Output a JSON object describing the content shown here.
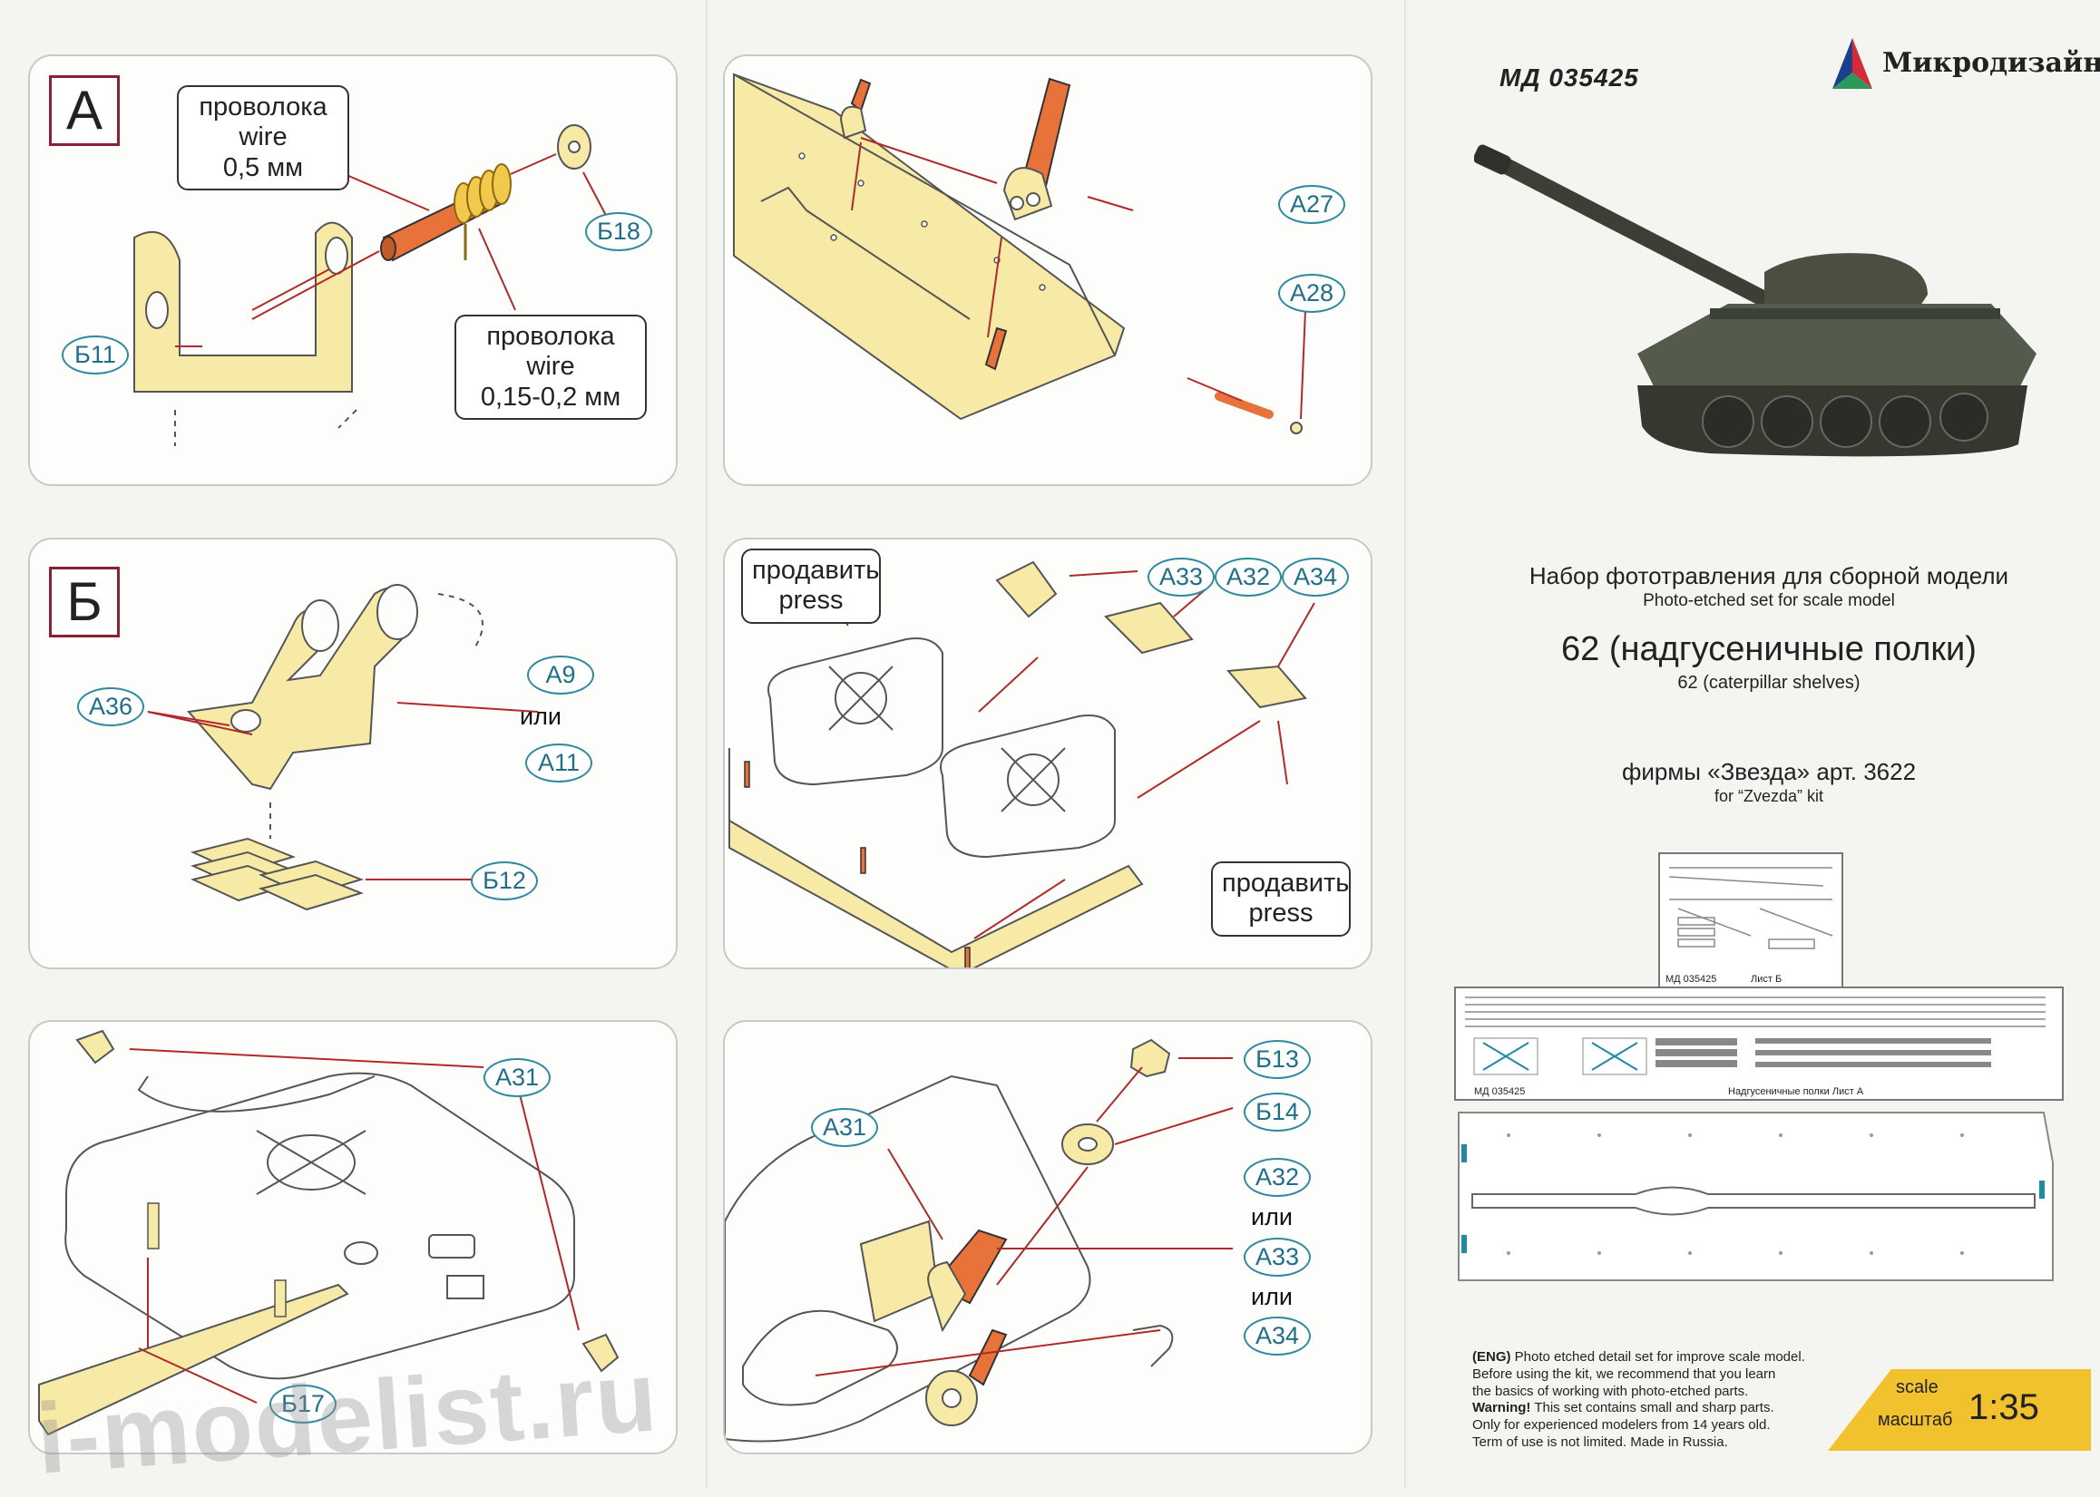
{
  "header": {
    "code": "МД 035425",
    "brand": "Микродизайн"
  },
  "title": {
    "ru": "Набор фототравления для сборной модели",
    "en": "Photo-etched set for scale model",
    "model_ru": "62 (надгусеничные полки)",
    "model_en": "62 (caterpillar shelves)",
    "kit_ru": "фирмы «Звезда» арт. 3622",
    "kit_en": "for “Zvezda” kit"
  },
  "panelA": {
    "letter": "А",
    "wire1": [
      "проволока",
      "wire",
      "0,5 мм"
    ],
    "wire2": [
      "проволока",
      "wire",
      "0,15-0,2 мм"
    ],
    "parts": [
      "Б18",
      "Б11"
    ]
  },
  "panel2": {
    "parts": [
      "А27",
      "А28"
    ]
  },
  "panelB": {
    "letter": "Б",
    "parts": [
      "А36",
      "А9",
      "А11",
      "Б12"
    ],
    "or": "или"
  },
  "panel4": {
    "press1": [
      "продавить",
      "press"
    ],
    "press2": [
      "продавить",
      "press"
    ],
    "parts": [
      "А33",
      "А32",
      "А34"
    ]
  },
  "panel5": {
    "parts": [
      "А31",
      "Б17"
    ]
  },
  "panel6": {
    "parts": [
      "Б13",
      "Б14",
      "А31",
      "А32",
      "А33",
      "А34"
    ],
    "or": "или"
  },
  "sheet": {
    "small_code": "МД 035425",
    "small_sheet": "Лист Б",
    "big_code": "МД 035425",
    "big_caption": "Надгусеничные полки   Лист А"
  },
  "disclaimer": {
    "tag": "(ENG)",
    "line1": "Photo etched detail set for improve scale model.",
    "line2": "Before using the kit, we recommend that you learn",
    "line3": "the basics of working with photo-etched parts.",
    "warn": "Warning!",
    "line4": "This set contains small and sharp parts.",
    "line5": "Only for experienced modelers from 14 years old.",
    "line6": "Term of use is not limited. Made in Russia."
  },
  "scale": {
    "label_en": "scale",
    "label_ru": "масштаб",
    "value": "1:35"
  },
  "watermark": "i-modelist.ru",
  "colors": {
    "part_yellow": "#f7e9a6",
    "wire_orange": "#e8733a",
    "label_teal": "#2f8aa0",
    "letter_border": "#8a1f36",
    "scale_yellow": "#f2c12e"
  }
}
